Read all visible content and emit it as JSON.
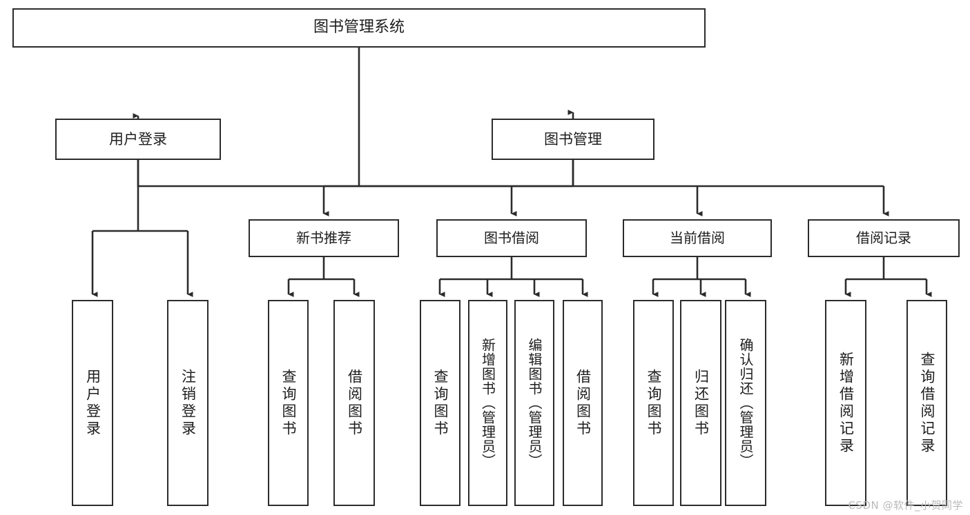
{
  "diagram": {
    "title": "图书管理系统",
    "type": "tree",
    "root": {
      "label": "图书管理系统"
    },
    "level2": [
      {
        "label": "用户登录"
      },
      {
        "label": "图书管理"
      }
    ],
    "level3": [
      {
        "label": "新书推荐"
      },
      {
        "label": "图书借阅"
      },
      {
        "label": "当前借阅"
      },
      {
        "label": "借阅记录"
      }
    ],
    "leaves": [
      {
        "label": "用户登录"
      },
      {
        "label": "注销登录"
      },
      {
        "label": "查询图书"
      },
      {
        "label": "借阅图书"
      },
      {
        "label": "查询图书"
      },
      {
        "label": "新增图书（管理员）"
      },
      {
        "label": "编辑图书（管理员）"
      },
      {
        "label": "借阅图书"
      },
      {
        "label": "查询图书"
      },
      {
        "label": "归还图书"
      },
      {
        "label": "确认归还（管理员）"
      },
      {
        "label": "新增借阅记录"
      },
      {
        "label": "查询借阅记录"
      }
    ],
    "watermark": "CSDN @软件_小贺同学",
    "colors": {
      "stroke": "#2b2b2b",
      "fill": "#ffffff",
      "text": "#1d1d1d",
      "watermark": "#b9b9b9"
    }
  }
}
